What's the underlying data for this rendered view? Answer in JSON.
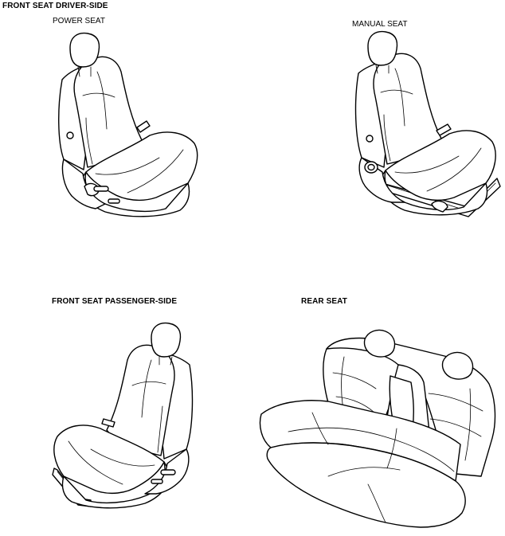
{
  "labels": {
    "front_driver": "FRONT SEAT DRIVER-SIDE",
    "power_seat": "POWER SEAT",
    "manual_seat": "MANUAL SEAT",
    "front_passenger": "FRONT SEAT PASSENGER-SIDE",
    "rear_seat": "REAR SEAT"
  },
  "colors": {
    "line": "#000000",
    "background": "#ffffff"
  }
}
